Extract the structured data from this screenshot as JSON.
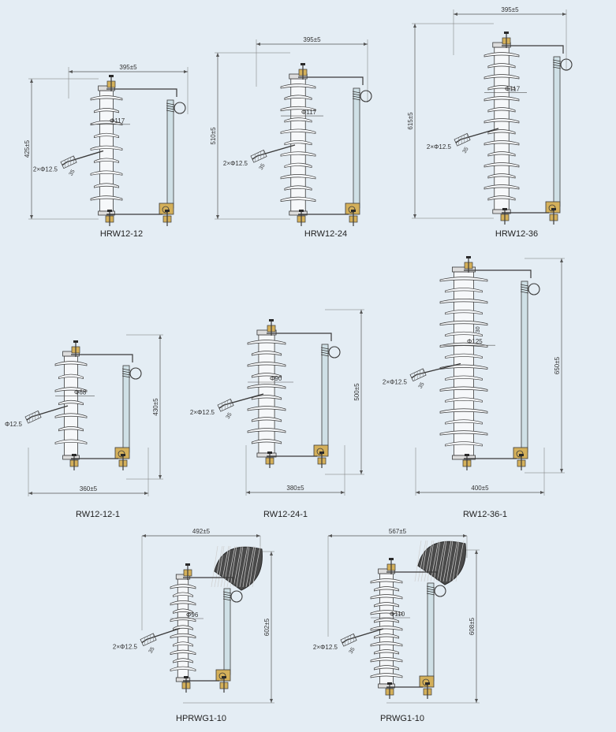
{
  "palette": {
    "background": "#e4edf4",
    "insulator": "#f6f8fa",
    "line": "#3a3a3a",
    "dim": "#555555",
    "tube": "#cfe0e6",
    "brass": "#d4b05a",
    "shield": "#2a2a2a"
  },
  "models": [
    {
      "id": "hrw12-12",
      "label": "HRW12-12",
      "width_dim": "395±5",
      "height_dim": "425±5",
      "dia_dim": "Φ117",
      "hole_dim": "2×Φ12.5",
      "spacing_dim": "35"
    },
    {
      "id": "hrw12-24",
      "label": "HRW12-24",
      "width_dim": "395±5",
      "height_dim": "510±5",
      "dia_dim": "Φ117",
      "hole_dim": "2×Φ12.5",
      "spacing_dim": "35"
    },
    {
      "id": "hrw12-36",
      "label": "HRW12-36",
      "width_dim": "395±5",
      "height_dim": "615±5",
      "dia_dim": "Φ117",
      "hole_dim": "2×Φ12.5",
      "spacing_dim": "35"
    },
    {
      "id": "rw12-12-1",
      "label": "RW12-12-1",
      "width_dim": "360±5",
      "height_dim": "430±5",
      "dia_dim": "Φ68",
      "hole_dim": "Φ12.5",
      "spacing_dim": ""
    },
    {
      "id": "rw12-24-1",
      "label": "RW12-24-1",
      "width_dim": "380±5",
      "height_dim": "500±5",
      "dia_dim": "Φ90",
      "hole_dim": "2×Φ12.5",
      "spacing_dim": "35"
    },
    {
      "id": "rw12-36-1",
      "label": "RW12-36-1",
      "width_dim": "400±5",
      "height_dim": "650±5",
      "dia_dim": "Φ125",
      "hole_dim": "2×Φ12.5",
      "spacing_dim": "35",
      "extra_dim": "30"
    },
    {
      "id": "hprwg1-10",
      "label": "HPRWG1-10",
      "width_dim": "492±5",
      "height_dim": "602±5",
      "dia_dim": "Φ96",
      "hole_dim": "2×Φ12.5",
      "spacing_dim": "35"
    },
    {
      "id": "prwg1-10",
      "label": "PRWG1-10",
      "width_dim": "567±5",
      "height_dim": "608±5",
      "dia_dim": "Φ110",
      "hole_dim": "2×Φ12.5",
      "spacing_dim": "35"
    }
  ]
}
